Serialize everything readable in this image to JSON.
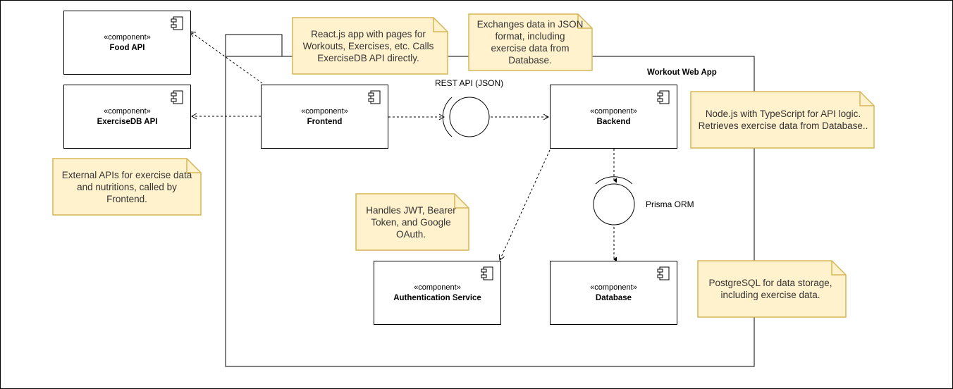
{
  "stereotype": "«component»",
  "package": {
    "label": "Workout Web App"
  },
  "components": {
    "food_api": "Food API",
    "exercisedb_api": "ExerciseDB API",
    "frontend": "Frontend",
    "backend": "Backend",
    "auth_service": "Authentication Service",
    "database": "Database"
  },
  "interfaces": {
    "rest_api": "REST API (JSON)",
    "prisma_orm": "Prisma ORM"
  },
  "notes": {
    "react": "React.js app with pages for Workouts, Exercises, etc. Calls ExerciseDB API directly.",
    "json_exchange": "Exchanges data in JSON format, including exercise data from Database.",
    "nodejs": "Node.js with TypeScript for API logic. Retrieves exercise data from Database..",
    "external_apis": "External APIs for exercise data and nutritions, called by Frontend.",
    "auth": "Handles JWT, Bearer Token, and Google OAuth.",
    "postgres": "PostgreSQL for data storage, including exercise data."
  },
  "colors": {
    "note_fill": "#fff2cc",
    "note_stroke": "#d6b656",
    "line": "#000000"
  }
}
